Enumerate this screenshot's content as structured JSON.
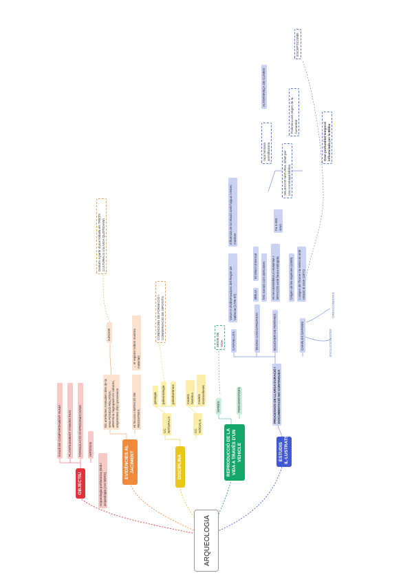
{
  "root": "ARQUEOLOGIA",
  "colors": {
    "red": "#e0333a",
    "orange": "#ee8a3a",
    "yellow": "#e9c61e",
    "green": "#13a869",
    "blue": "#4159d2"
  },
  "branches": {
    "objectiu": {
      "label": "OBJECTIU",
      "items": [
        "Estudi del COMPORTAMENT HUMÀ",
        "PLANTEJAMENT D'OBJECTIUS",
        "FORMULACIÓ D'APROXIMACIONS",
        "HIPÒTESI"
      ],
      "note": "Arqueologia prehistòrica (Bsb i arqueologia (AH NORS)"
    },
    "evidencies": {
      "label": "EVIDÈNCIES AL JACIMENT",
      "items": [
        "Els artefactes s'estudien dins de la seva POSICIÓ RELATIVA, determina l'agrupació en cultures, empremtes d'ús i processos",
        "Hi ha una LIMITACIÓ DE REGISTRES"
      ],
      "sub": "→ el registre troben mostres materials",
      "tag": "AJADAR",
      "dashed": "Deduïm a partir d'una troballa els TRETS CULTURALS o la VIDA QUOTIDIANA"
    },
    "disciplina": {
      "label": "DISCIPLINA",
      "groups": [
        {
          "label": "CC NATURALS",
          "items": [
            "geologia",
            "paleontologia",
            "paleobotànica"
          ]
        },
        {
          "label": "CC SOCIALS",
          "items": [
            "models històrics",
            "models socioculturals"
          ]
        }
      ],
      "dashed": "CONDICIONS DE FORMACIÓ I CONSERVACIÓ DE DIPÒSITS"
    },
    "reproduccio": {
      "label": "REPRODUCCIÓ DE LA VIDA A TRAVÉS D'UN VEHICLE",
      "items": [
        "XIFRES",
        "PERCENTATGES"
      ],
      "dashed": "MODE DE VIDA"
    },
    "estudis": {
      "label": "ESTUDIS IL·LUSTRATS",
      "sub": "PROCESSOS DE LLARGA DURACIÓ I DOCUMENTACIÓ NO CONTINGUDA",
      "people": [
        {
          "name": "CAVANILLES",
          "items": [
            "Volum II d'Observacions del Regne de València (1795-97)"
          ]
        },
        {
          "name": "TEORIA CATASTROFISTA",
          "items": [
            "BÍBLIA",
            "El Diluvi Universal",
            "fets narrats com anècdotes"
          ]
        },
        {
          "name": "BOUCHER DE PERTHES",
          "items": [
            "HI HA MANDÍBULA HUMANA I BIFACOS amb fauna extingida"
          ]
        },
        {
          "name": "CHARLES DARWIN",
          "items": [
            "Origen de les espècies (1859)",
            "L'origen de l'home i la selecció amb relació al sexe (1871)"
          ]
        }
      ],
      "influence": "Influència de la relació amb l'aigua i restes marines",
      "years": "Fa 5.000 anys",
      "race": "raça humana antediluviana",
      "alternance": "ALTERNANÇA DE CLIMES",
      "natural": "SELECCIÓ NATURAL influït per una cronologia bíblica",
      "polemica": "Polèmica vist origen de la humanitat",
      "escepticisme": "ESCEPTICISME",
      "bible": "Gran profunditat temporal influenciada per la Bíblia",
      "evolucionistes": "EVOLUCIONISTES",
      "creacionistes": "CREACIONISTES"
    }
  }
}
